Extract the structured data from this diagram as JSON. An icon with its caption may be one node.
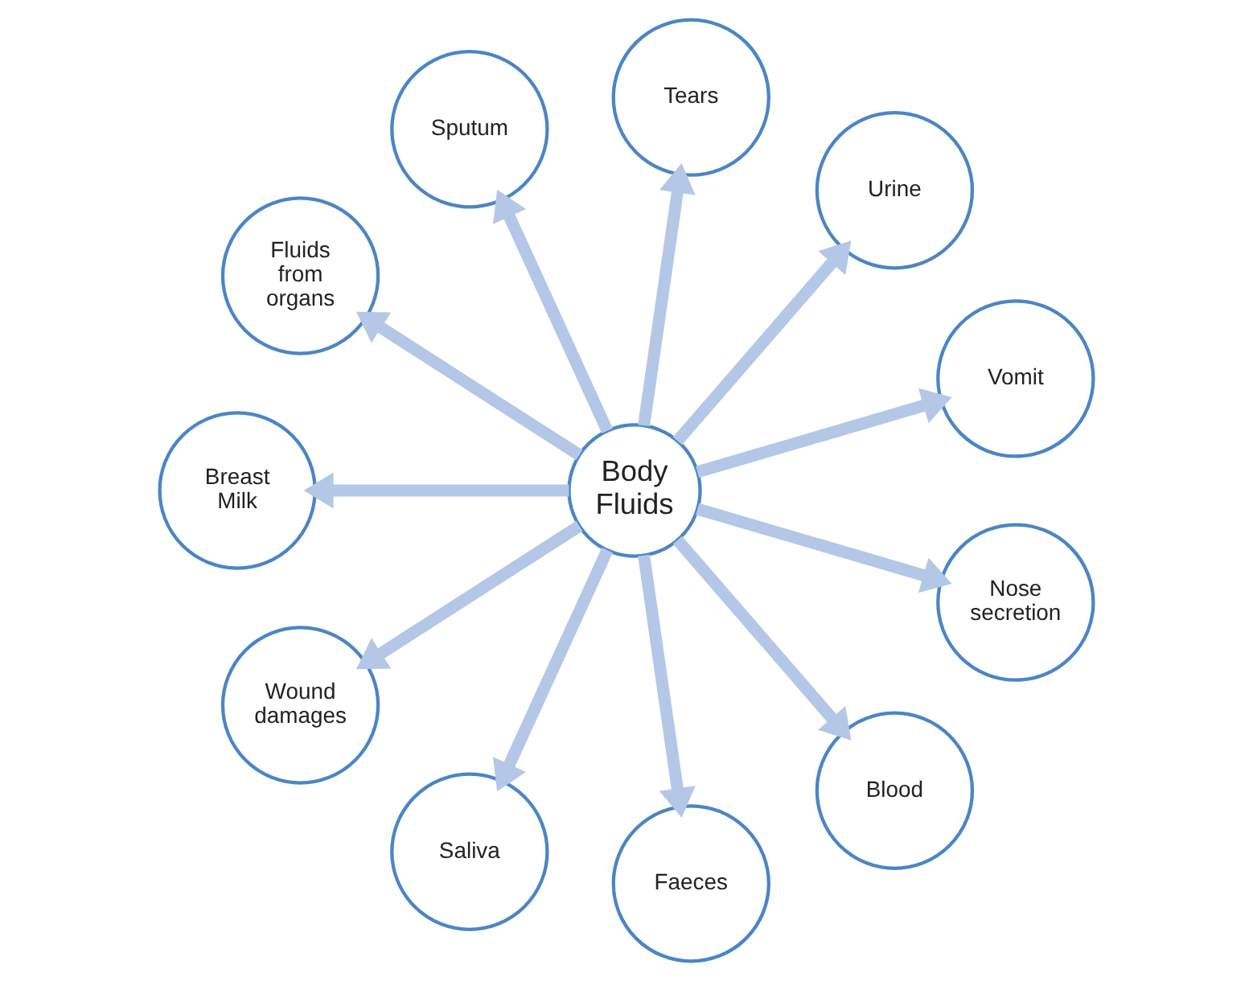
{
  "diagram": {
    "nodes": [
      {
        "text": [
          "Body Fluids"
        ]
      },
      {
        "text": [
          "Vomit"
        ]
      },
      {
        "text": [
          "Urine"
        ]
      },
      {
        "text": [
          "Tears"
        ]
      },
      {
        "text": [
          "Sputum"
        ]
      },
      {
        "text": [
          "Fluids from organs"
        ]
      },
      {
        "text": [
          "Breast Milk"
        ]
      },
      {
        "text": [
          "Wound damages"
        ]
      },
      {
        "text": [
          "Saliva"
        ]
      },
      {
        "text": [
          "Faeces"
        ]
      },
      {
        "text": [
          "Blood"
        ]
      },
      {
        "text": [
          "Nose secretion"
        ]
      }
    ],
    "edges": [
      {
        "from": 0,
        "to": 1,
        "arrow": "to"
      },
      {
        "from": 0,
        "to": 2,
        "arrow": "to"
      },
      {
        "from": 0,
        "to": 3,
        "arrow": "to"
      },
      {
        "from": 0,
        "to": 4,
        "arrow": "to"
      },
      {
        "from": 0,
        "to": 5,
        "arrow": "to"
      },
      {
        "from": 0,
        "to": 6,
        "arrow": "to"
      },
      {
        "from": 0,
        "to": 7,
        "arrow": "to"
      },
      {
        "from": 0,
        "to": 8,
        "arrow": "to"
      },
      {
        "from": 0,
        "to": 9,
        "arrow": "to"
      },
      {
        "from": 0,
        "to": 10,
        "arrow": "to"
      },
      {
        "from": 0,
        "to": 11,
        "arrow": "to"
      }
    ]
  }
}
